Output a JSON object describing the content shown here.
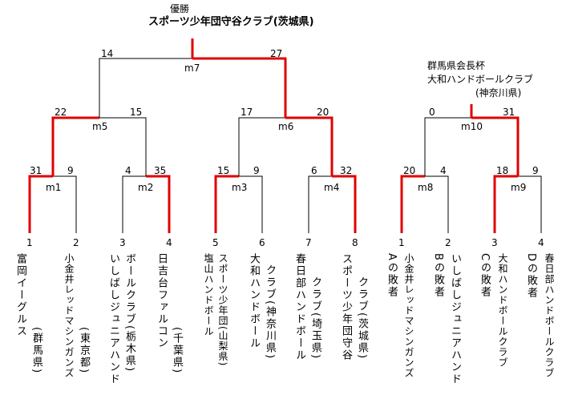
{
  "main": {
    "champion_label": "優勝",
    "champion_name": "スポーツ少年団守谷クラブ(茨城県)",
    "teams": [
      {
        "seed": "1",
        "lines": [
          "富岡イーグルス",
          "(群馬県)"
        ]
      },
      {
        "seed": "2",
        "lines": [
          "小金井レッドマシンガンズ",
          "(東京都)"
        ]
      },
      {
        "seed": "3",
        "lines": [
          "いしばしジュニアハンド",
          "ボールクラブ(栃木県)"
        ]
      },
      {
        "seed": "4",
        "lines": [
          "日吉台ファルコン",
          "(千葉県)"
        ]
      },
      {
        "seed": "5",
        "lines": [
          "塩山ハンドボール",
          "スポーツ少年団(山梨県)"
        ]
      },
      {
        "seed": "6",
        "lines": [
          "大和ハンドボール",
          "クラブ(神奈川県)"
        ]
      },
      {
        "seed": "7",
        "lines": [
          "春日部ハンドボール",
          "クラブ(埼玉県)"
        ]
      },
      {
        "seed": "8",
        "lines": [
          "スポーツ少年団守谷",
          "クラブ(茨城県)"
        ]
      }
    ],
    "matches": [
      {
        "id": "m1",
        "scores": [
          "31",
          "9"
        ]
      },
      {
        "id": "m2",
        "scores": [
          "4",
          "35"
        ]
      },
      {
        "id": "m3",
        "scores": [
          "15",
          "9"
        ]
      },
      {
        "id": "m4",
        "scores": [
          "6",
          "32"
        ]
      },
      {
        "id": "m5",
        "scores": [
          "22",
          "15"
        ]
      },
      {
        "id": "m6",
        "scores": [
          "17",
          "20"
        ]
      },
      {
        "id": "m7",
        "scores": [
          "14",
          "27"
        ]
      }
    ]
  },
  "consolation": {
    "title": "群馬県会長杯",
    "champion_name": "大和ハンドボールクラブ",
    "champion_pref": "(神奈川県)",
    "teams": [
      {
        "seed": "1",
        "lines": [
          "Aの敗者"
        ]
      },
      {
        "seed": "2",
        "lines": [
          "Bの敗者"
        ]
      },
      {
        "seed": "3",
        "lines": [
          "Cの敗者"
        ]
      },
      {
        "seed": "4",
        "lines": [
          "Dの敗者"
        ]
      }
    ],
    "sub_lines": [
      "小金井レッドマシンガンズ",
      "いしばしジュニアハンド",
      "大和ハンドボールクラブ",
      "春日部ハンドボールクラブ"
    ],
    "matches": [
      {
        "id": "m8",
        "scores": [
          "20",
          "4"
        ]
      },
      {
        "id": "m9",
        "scores": [
          "18",
          "9"
        ]
      },
      {
        "id": "m10",
        "scores": [
          "0",
          "31"
        ]
      }
    ]
  },
  "colors": {
    "winner_line": "#e00000",
    "loser_line": "#000000"
  }
}
